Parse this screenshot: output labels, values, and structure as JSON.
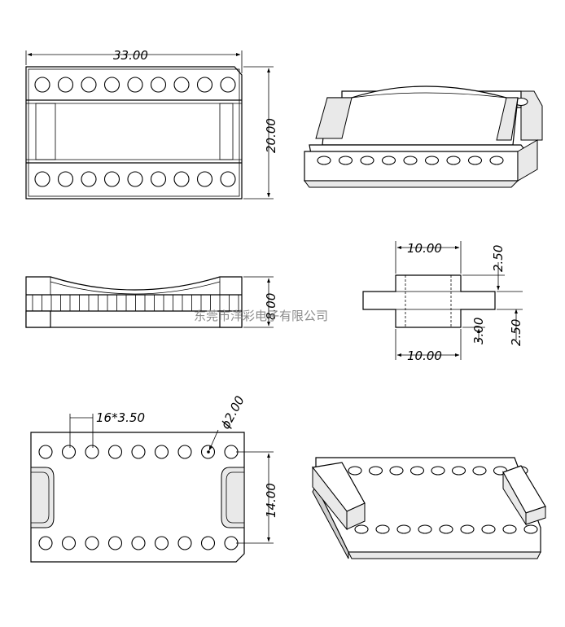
{
  "dimensions": {
    "top_width": "33.00",
    "top_height": "20.00",
    "side_height": "8.00",
    "end_width_top": "10.00",
    "end_width_bottom": "10.00",
    "end_flange_top": "2.50",
    "end_flange_bottom": "2.50",
    "end_base": "3.00",
    "pin_pitch": "16*3.50",
    "pin_diameter": "ϕ2.00",
    "row_spacing": "14.00"
  },
  "watermark": "东莞市洋彩电子有限公司"
}
